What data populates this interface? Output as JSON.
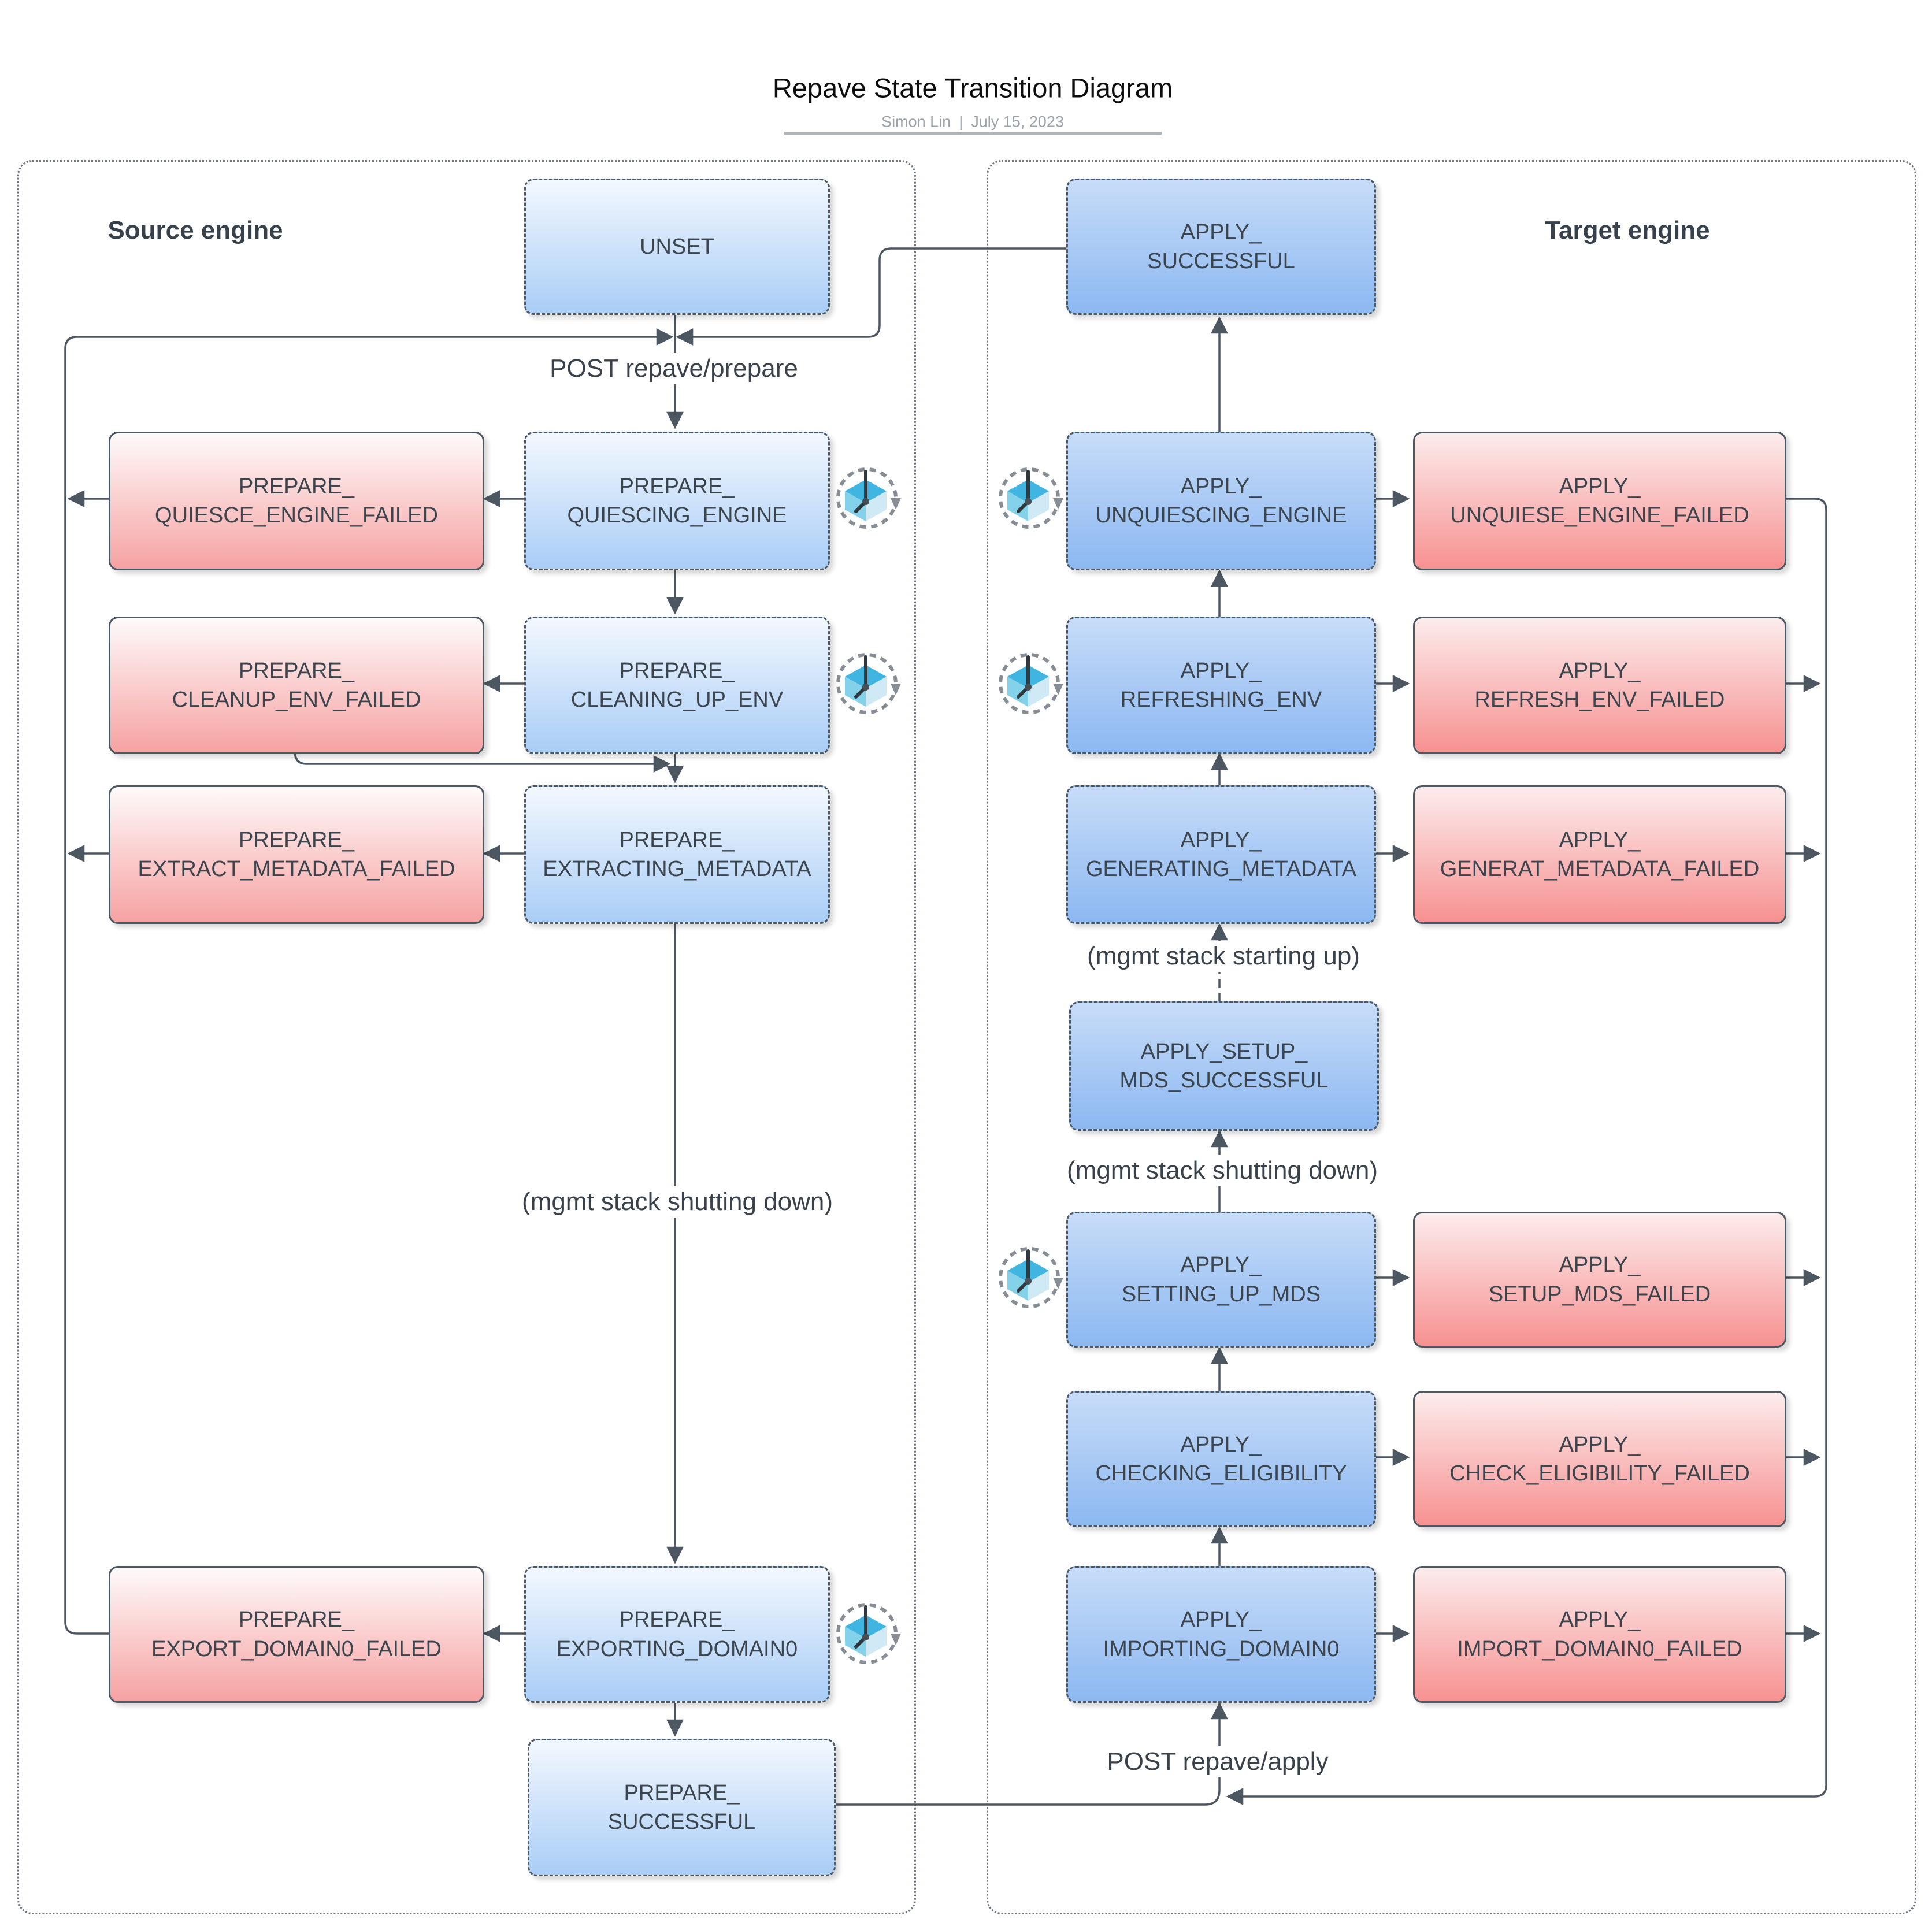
{
  "header": {
    "title": "Repave State Transition Diagram",
    "author": "Simon Lin",
    "divider": "|",
    "date": "July 15, 2023"
  },
  "containers": {
    "source": {
      "label": "Source engine"
    },
    "target": {
      "label": "Target engine"
    }
  },
  "nodes": {
    "unset": {
      "label": "UNSET",
      "kind": "state"
    },
    "prepare_quiescing_engine": {
      "label": "PREPARE_\nQUIESCING_ENGINE",
      "kind": "state"
    },
    "prepare_quiesce_engine_failed": {
      "label": "PREPARE_\nQUIESCE_ENGINE_FAILED",
      "kind": "failed"
    },
    "prepare_cleaning_up_env": {
      "label": "PREPARE_\nCLEANING_UP_ENV",
      "kind": "state"
    },
    "prepare_cleanup_env_failed": {
      "label": "PREPARE_\nCLEANUP_ENV_FAILED",
      "kind": "failed"
    },
    "prepare_extracting_metadata": {
      "label": "PREPARE_\nEXTRACTING_METADATA",
      "kind": "state"
    },
    "prepare_extract_metadata_failed": {
      "label": "PREPARE_\nEXTRACT_METADATA_FAILED",
      "kind": "failed"
    },
    "prepare_exporting_domain0": {
      "label": "PREPARE_\nEXPORTING_DOMAIN0",
      "kind": "state"
    },
    "prepare_export_domain0_failed": {
      "label": "PREPARE_\nEXPORT_DOMAIN0_FAILED",
      "kind": "failed"
    },
    "prepare_successful": {
      "label": "PREPARE_\nSUCCESSFUL",
      "kind": "state"
    },
    "apply_successful": {
      "label": "APPLY_\nSUCCESSFUL",
      "kind": "state"
    },
    "apply_unquiescing_engine": {
      "label": "APPLY_\nUNQUIESCING_ENGINE",
      "kind": "state"
    },
    "apply_unquiese_engine_failed": {
      "label": "APPLY_\nUNQUIESE_ENGINE_FAILED",
      "kind": "failed"
    },
    "apply_refreshing_env": {
      "label": "APPLY_\nREFRESHING_ENV",
      "kind": "state"
    },
    "apply_refresh_env_failed": {
      "label": "APPLY_\nREFRESH_ENV_FAILED",
      "kind": "failed"
    },
    "apply_generating_metadata": {
      "label": "APPLY_\nGENERATING_METADATA",
      "kind": "state"
    },
    "apply_generat_metadata_failed": {
      "label": "APPLY_\nGENERAT_METADATA_FAILED",
      "kind": "failed"
    },
    "apply_setup_mds_successful": {
      "label": "APPLY_SETUP_\nMDS_SUCCESSFUL",
      "kind": "state"
    },
    "apply_setting_up_mds": {
      "label": "APPLY_\nSETTING_UP_MDS",
      "kind": "state"
    },
    "apply_setup_mds_failed": {
      "label": "APPLY_\nSETUP_MDS_FAILED",
      "kind": "failed"
    },
    "apply_checking_eligibility": {
      "label": "APPLY_\nCHECKING_ELIGIBILITY",
      "kind": "state"
    },
    "apply_check_eligibility_failed": {
      "label": "APPLY_\nCHECK_ELIGIBILITY_FAILED",
      "kind": "failed"
    },
    "apply_importing_domain0": {
      "label": "APPLY_\nIMPORTING_DOMAIN0",
      "kind": "state"
    },
    "apply_import_domain0_failed": {
      "label": "APPLY_\nIMPORT_DOMAIN0_FAILED",
      "kind": "failed"
    }
  },
  "edge_labels": {
    "post_repave_prepare": "POST repave/prepare",
    "mgmt_stack_shutting_down_source": "(mgmt stack shutting down)",
    "mgmt_stack_starting_up": "(mgmt stack starting up)",
    "mgmt_stack_shutting_down_target": "(mgmt stack shutting down)",
    "post_repave_apply": "POST repave/apply"
  },
  "edges": [
    {
      "from": "unset",
      "to": "prepare_quiescing_engine",
      "label": "POST repave/prepare"
    },
    {
      "from": "prepare_quiescing_engine",
      "to": "prepare_quiesce_engine_failed"
    },
    {
      "from": "prepare_quiesce_engine_failed",
      "to": "retry_loop_left"
    },
    {
      "from": "prepare_quiescing_engine",
      "to": "prepare_cleaning_up_env"
    },
    {
      "from": "prepare_cleaning_up_env",
      "to": "prepare_cleanup_env_failed"
    },
    {
      "from": "prepare_cleanup_env_failed",
      "to": "prepare_extracting_metadata"
    },
    {
      "from": "prepare_cleaning_up_env",
      "to": "prepare_extracting_metadata"
    },
    {
      "from": "prepare_extracting_metadata",
      "to": "prepare_extract_metadata_failed"
    },
    {
      "from": "prepare_extract_metadata_failed",
      "to": "retry_loop_left"
    },
    {
      "from": "prepare_extracting_metadata",
      "to": "prepare_exporting_domain0",
      "label": "(mgmt stack shutting down)"
    },
    {
      "from": "prepare_exporting_domain0",
      "to": "prepare_export_domain0_failed"
    },
    {
      "from": "prepare_export_domain0_failed",
      "to": "unset_junction"
    },
    {
      "from": "prepare_exporting_domain0",
      "to": "prepare_successful"
    },
    {
      "from": "prepare_successful",
      "to": "apply_importing_domain0",
      "label": "POST repave/apply"
    },
    {
      "from": "apply_successful",
      "to": "unset_junction"
    },
    {
      "from": "apply_importing_domain0",
      "to": "apply_import_domain0_failed"
    },
    {
      "from": "apply_importing_domain0",
      "to": "apply_checking_eligibility"
    },
    {
      "from": "apply_checking_eligibility",
      "to": "apply_check_eligibility_failed"
    },
    {
      "from": "apply_checking_eligibility",
      "to": "apply_setting_up_mds"
    },
    {
      "from": "apply_setting_up_mds",
      "to": "apply_setup_mds_failed"
    },
    {
      "from": "apply_setting_up_mds",
      "to": "apply_setup_mds_successful",
      "label": "(mgmt stack shutting down)"
    },
    {
      "from": "apply_setup_mds_successful",
      "to": "apply_generating_metadata",
      "label": "(mgmt stack starting up)"
    },
    {
      "from": "apply_generating_metadata",
      "to": "apply_generat_metadata_failed"
    },
    {
      "from": "apply_generating_metadata",
      "to": "apply_refreshing_env"
    },
    {
      "from": "apply_refreshing_env",
      "to": "apply_refresh_env_failed"
    },
    {
      "from": "apply_refreshing_env",
      "to": "apply_unquiescing_engine"
    },
    {
      "from": "apply_unquiescing_engine",
      "to": "apply_unquiese_engine_failed"
    },
    {
      "from": "apply_unquiescing_engine",
      "to": "apply_successful"
    },
    {
      "from": "apply_unquiese_engine_failed",
      "to": "retry_loop_right"
    },
    {
      "from": "apply_refresh_env_failed",
      "to": "retry_loop_right"
    },
    {
      "from": "apply_generat_metadata_failed",
      "to": "retry_loop_right"
    },
    {
      "from": "apply_setup_mds_failed",
      "to": "retry_loop_right"
    },
    {
      "from": "apply_check_eligibility_failed",
      "to": "retry_loop_right"
    },
    {
      "from": "apply_import_domain0_failed",
      "to": "retry_loop_right"
    }
  ],
  "icon_names": [
    "task-in-progress-icon"
  ],
  "colors": {
    "node-border": "#4d5761",
    "line": "#4d5761",
    "text": "#3c454d",
    "blue-left-top": "#f3f8fe",
    "blue-left-bottom": "#a9cdf6",
    "blue-right-top": "#c7dcf8",
    "blue-right-bottom": "#8cb8f1",
    "red-left-top": "#fefafa",
    "red-left-bottom": "#f6a2a2",
    "red-right-top": "#fcecec",
    "red-right-bottom": "#f79191",
    "container-border": "#6f767d",
    "subtitle": "#9aa3ab",
    "icon-cube-top": "#41b5e2",
    "icon-cube-left": "#83d2ea",
    "icon-cube-right": "#cfeaf4"
  }
}
